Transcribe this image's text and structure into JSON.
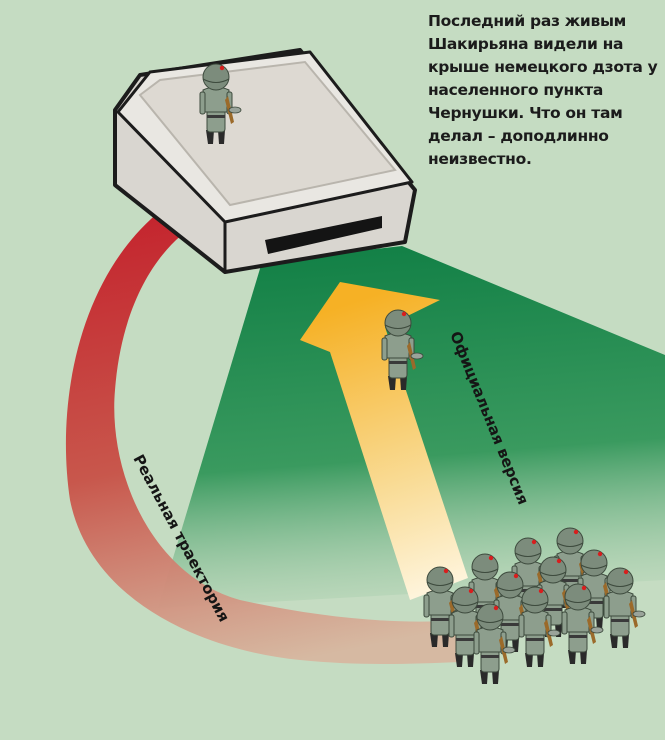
{
  "caption": "Последний раз живым Шакирьяна видели на крыше немецкого дзота у населенного пункта Чернушки. Что он там делал – доподлинно неизвестно.",
  "labels": {
    "official": "Официальная версия",
    "real": "Реальная траектория"
  },
  "colors": {
    "background": "#c5dcc2",
    "sector": "#1f8a4c",
    "official_arrow": "#f6b125",
    "real_arrow": "#c4202b",
    "bunker": "#e6e4df",
    "soldier_uniform": "#8d9e8d",
    "helmet_star": "#d81e1e"
  },
  "icons": {
    "bunker": "bunker-icon",
    "soldier": "soldier-icon"
  }
}
